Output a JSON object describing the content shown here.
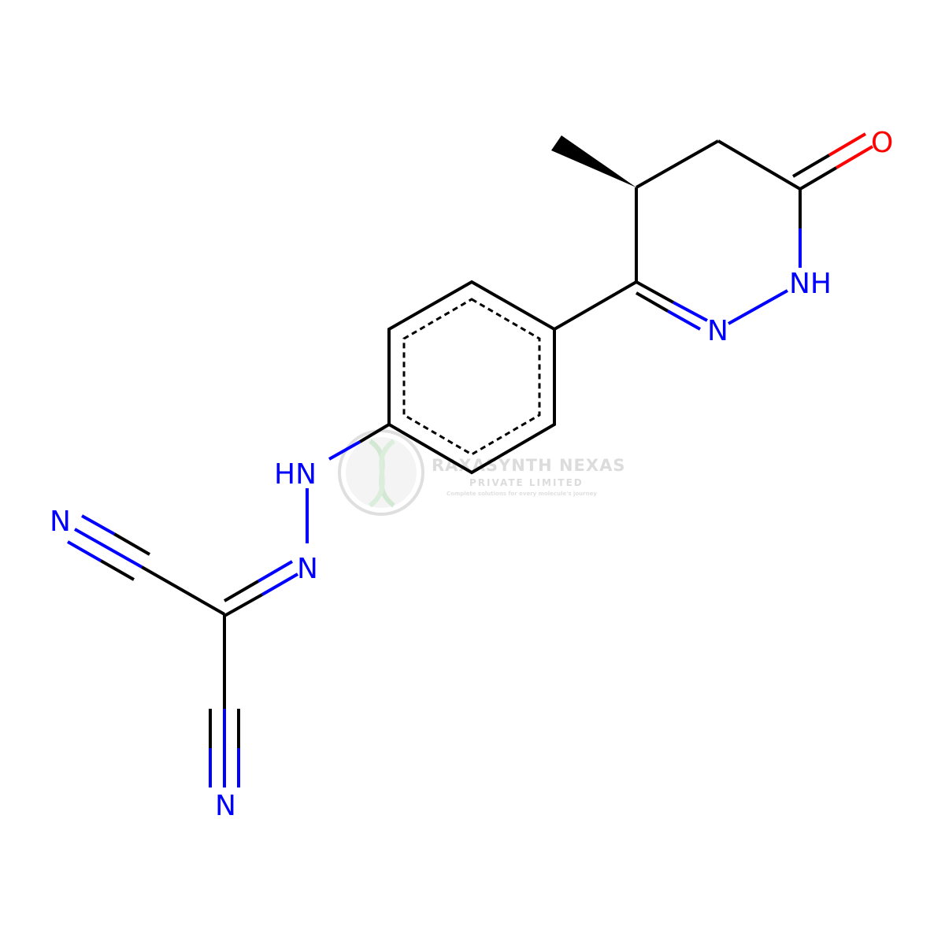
{
  "colors": {
    "carbon_bond": "#000000",
    "nitrogen": "#0000ff",
    "oxygen": "#ff0000",
    "watermark": "#d6d6d6",
    "watermark_logo": "#cfe6cf"
  },
  "atoms": {
    "O": "O",
    "NH_ring": "NH",
    "N_ring": "N",
    "HN_hydrazone": "HN",
    "N_hydrazone": "N",
    "N_nitrile_1": "N",
    "N_nitrile_2": "N"
  },
  "watermark": {
    "company": "RAXASYNTH NEXAS",
    "subtitle": "PRIVATE LIMITED",
    "tagline": "Complete solutions for every molecule's journey"
  }
}
